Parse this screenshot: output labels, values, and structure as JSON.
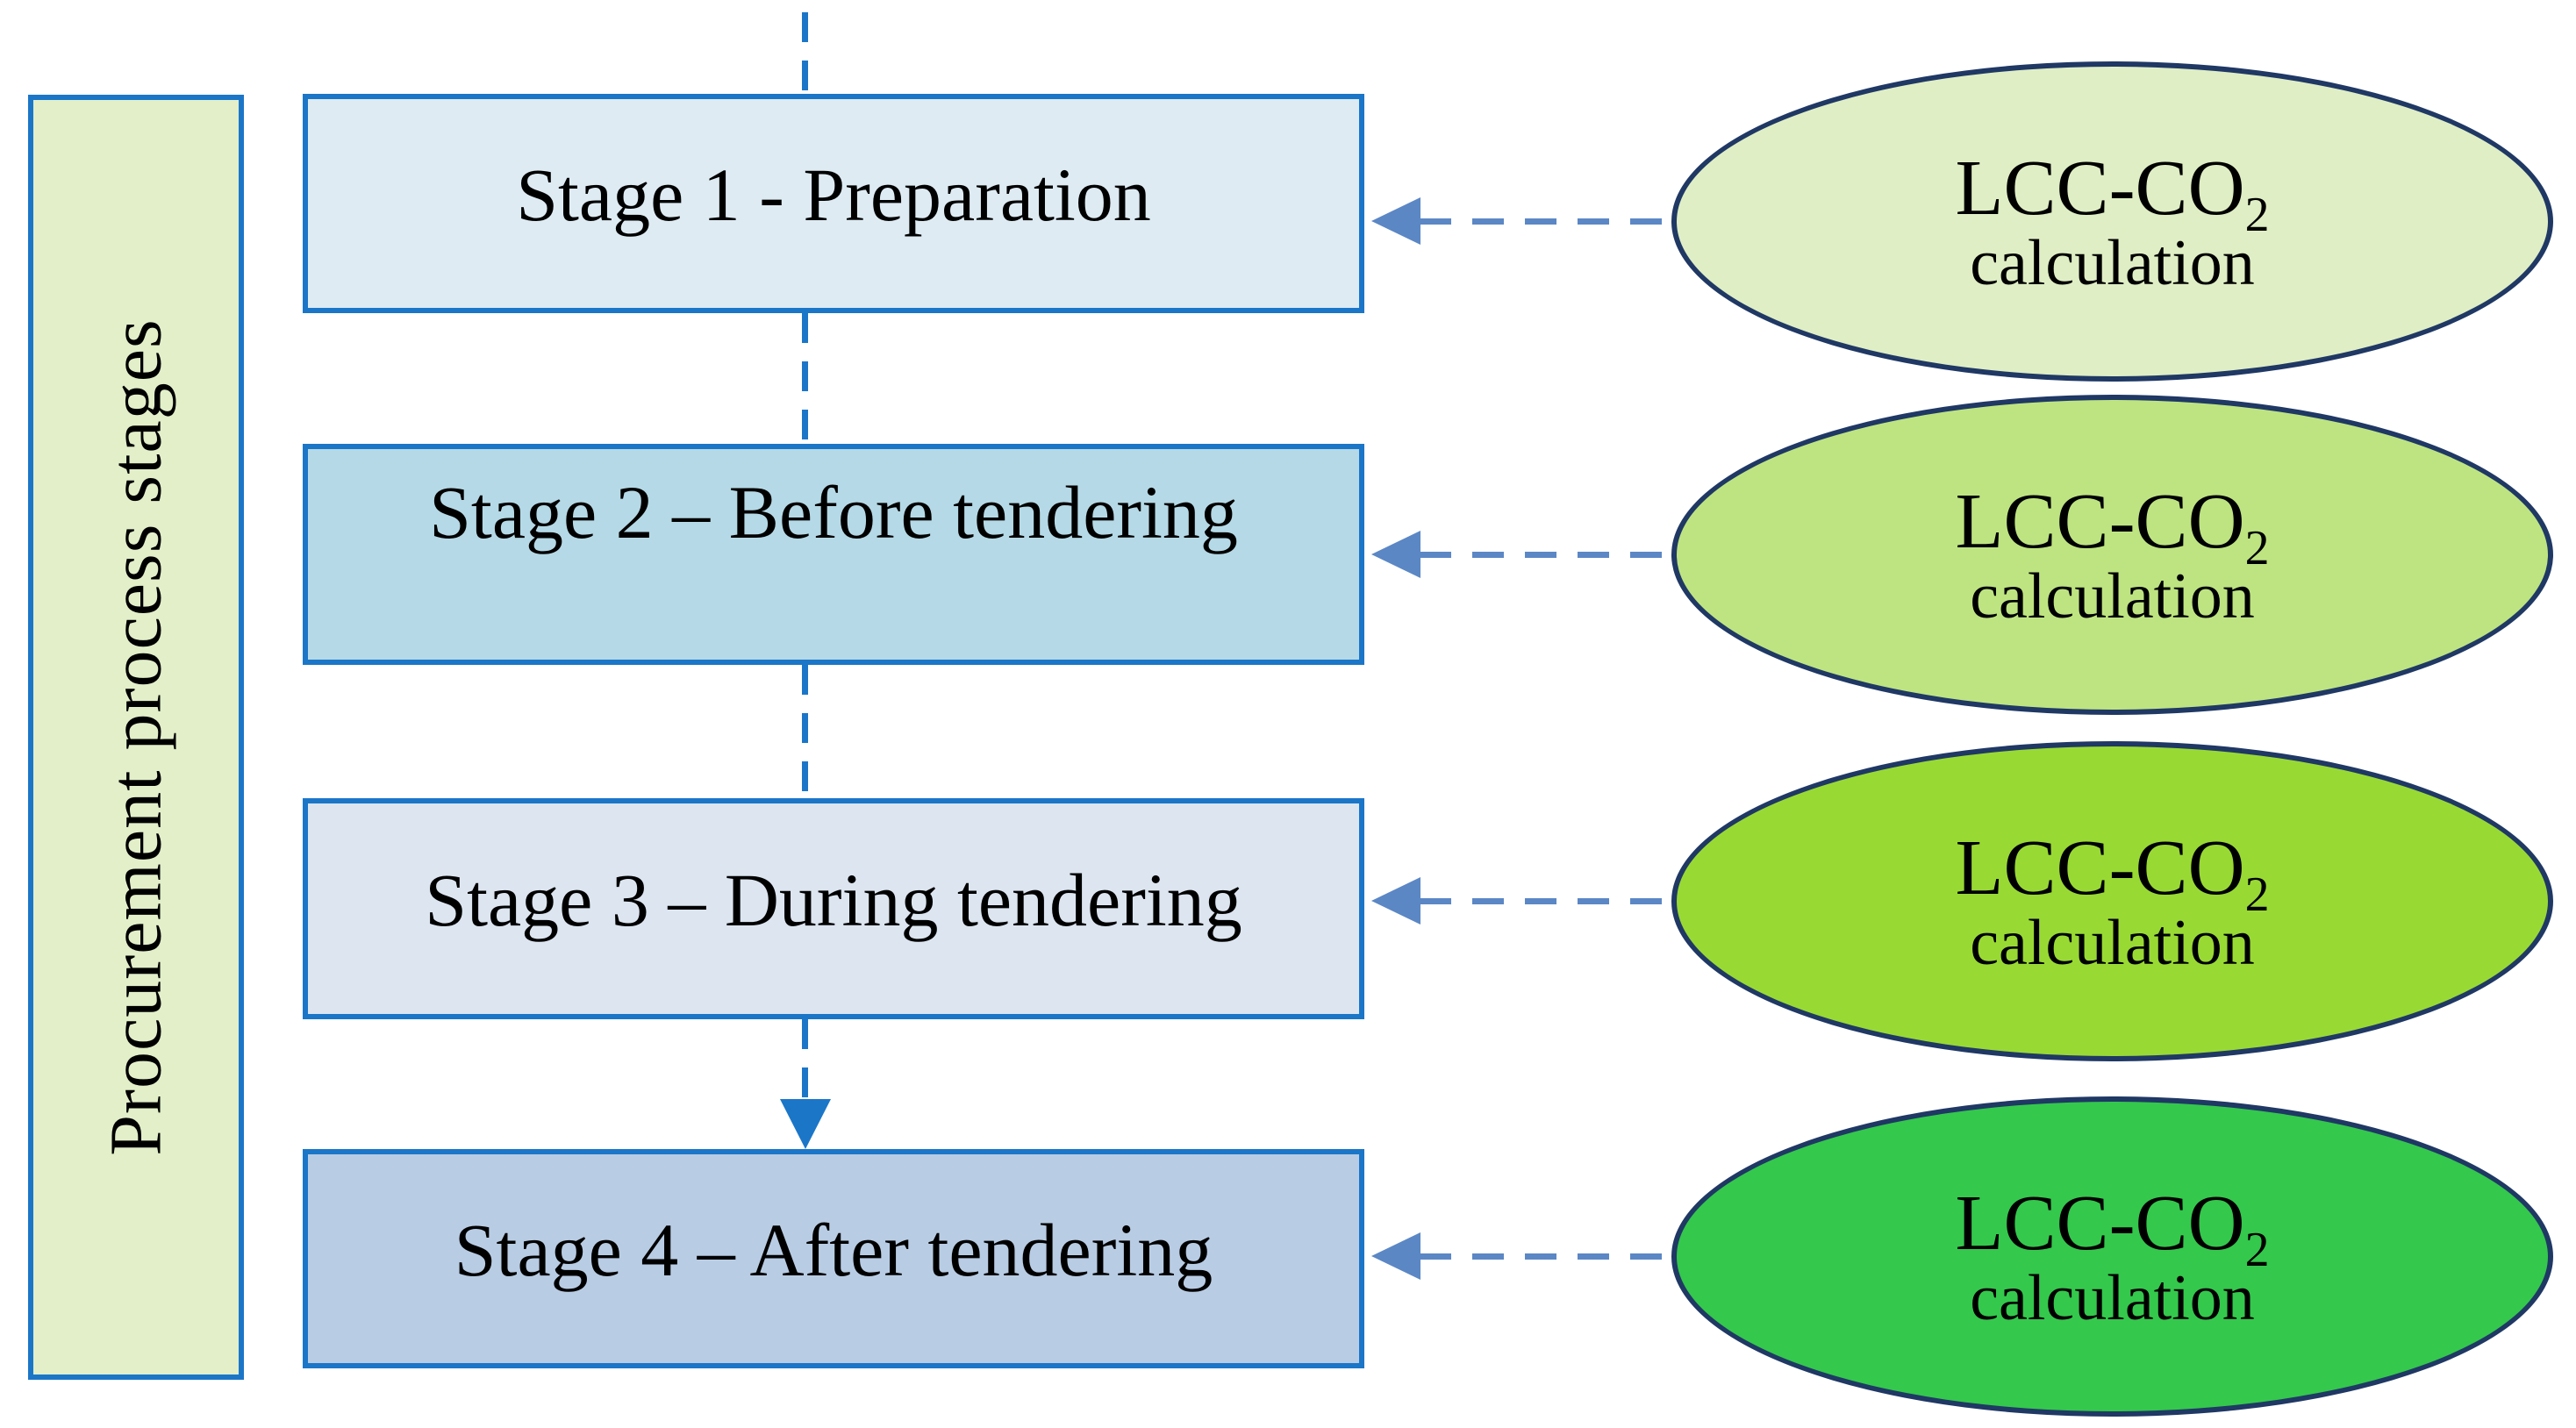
{
  "sidebar": {
    "label": "Procurement process stages",
    "fill": "#E2EFC9"
  },
  "stages": [
    {
      "label": "Stage 1 - Preparation",
      "fill": "#DEEBF3"
    },
    {
      "label": "Stage 2 – Before tendering",
      "fill": "#B5D9E6"
    },
    {
      "label": "Stage 3 – During tendering",
      "fill": "#DCE5F0"
    },
    {
      "label": "Stage 4 – After tendering",
      "fill": "#B8CCE4"
    }
  ],
  "ellipses": [
    {
      "title": "LCC-CO",
      "title_sub": "2",
      "subtitle": "calculation",
      "fill": "#DFEEC4"
    },
    {
      "title": "LCC-CO",
      "title_sub": "2",
      "subtitle": "calculation",
      "fill": "#BEE481"
    },
    {
      "title": "LCC-CO",
      "title_sub": "2",
      "subtitle": "calculation",
      "fill": "#99D934"
    },
    {
      "title": "LCC-CO",
      "title_sub": "2",
      "subtitle": "calculation",
      "fill": "#34C84C"
    }
  ],
  "colors": {
    "box_border": "#1B76C8",
    "connector_line": "#1B76C8",
    "arrow_line": "#5B87C5",
    "ellipse_border": "#1F3864",
    "text": "#000000",
    "background": "#FFFFFF"
  }
}
